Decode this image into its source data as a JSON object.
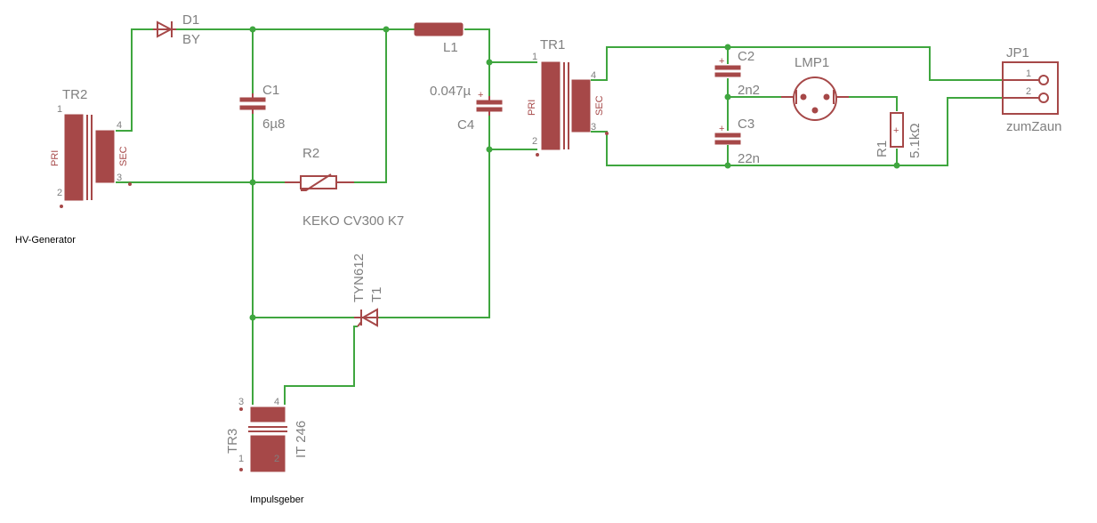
{
  "components": {
    "d1": {
      "name": "D1",
      "value": "BY"
    },
    "c1": {
      "name": "C1",
      "value": "6µ8"
    },
    "r2": {
      "name": "R2",
      "value": "KEKO CV300 K7"
    },
    "l1": {
      "name": "L1"
    },
    "c4": {
      "name": "C4",
      "value": "0.047µ"
    },
    "tr1": {
      "name": "TR1",
      "pri": "PRI",
      "sec": "SEC",
      "pins": [
        "1",
        "2",
        "3",
        "4"
      ]
    },
    "tr2": {
      "name": "TR2",
      "pri": "PRI",
      "sec": "SEC",
      "pins": [
        "1",
        "2",
        "3",
        "4"
      ],
      "note": "HV-Generator"
    },
    "tr3": {
      "name": "TR3",
      "value": "IT 246",
      "pins": [
        "1",
        "2",
        "3",
        "4"
      ],
      "note": "Impulsgeber"
    },
    "t1": {
      "name": "T1",
      "value": "TYN612"
    },
    "c2": {
      "name": "C2",
      "value": "2n2"
    },
    "c3": {
      "name": "C3",
      "value": "22n"
    },
    "lmp1": {
      "name": "LMP1"
    },
    "r1": {
      "name": "R1",
      "value": "5.1kΩ"
    },
    "jp1": {
      "name": "JP1",
      "value": "zumZaun",
      "pins": [
        "1",
        "2"
      ]
    }
  },
  "colors": {
    "wire": "#3fa63f",
    "part": "#a64848",
    "label": "#808080"
  }
}
